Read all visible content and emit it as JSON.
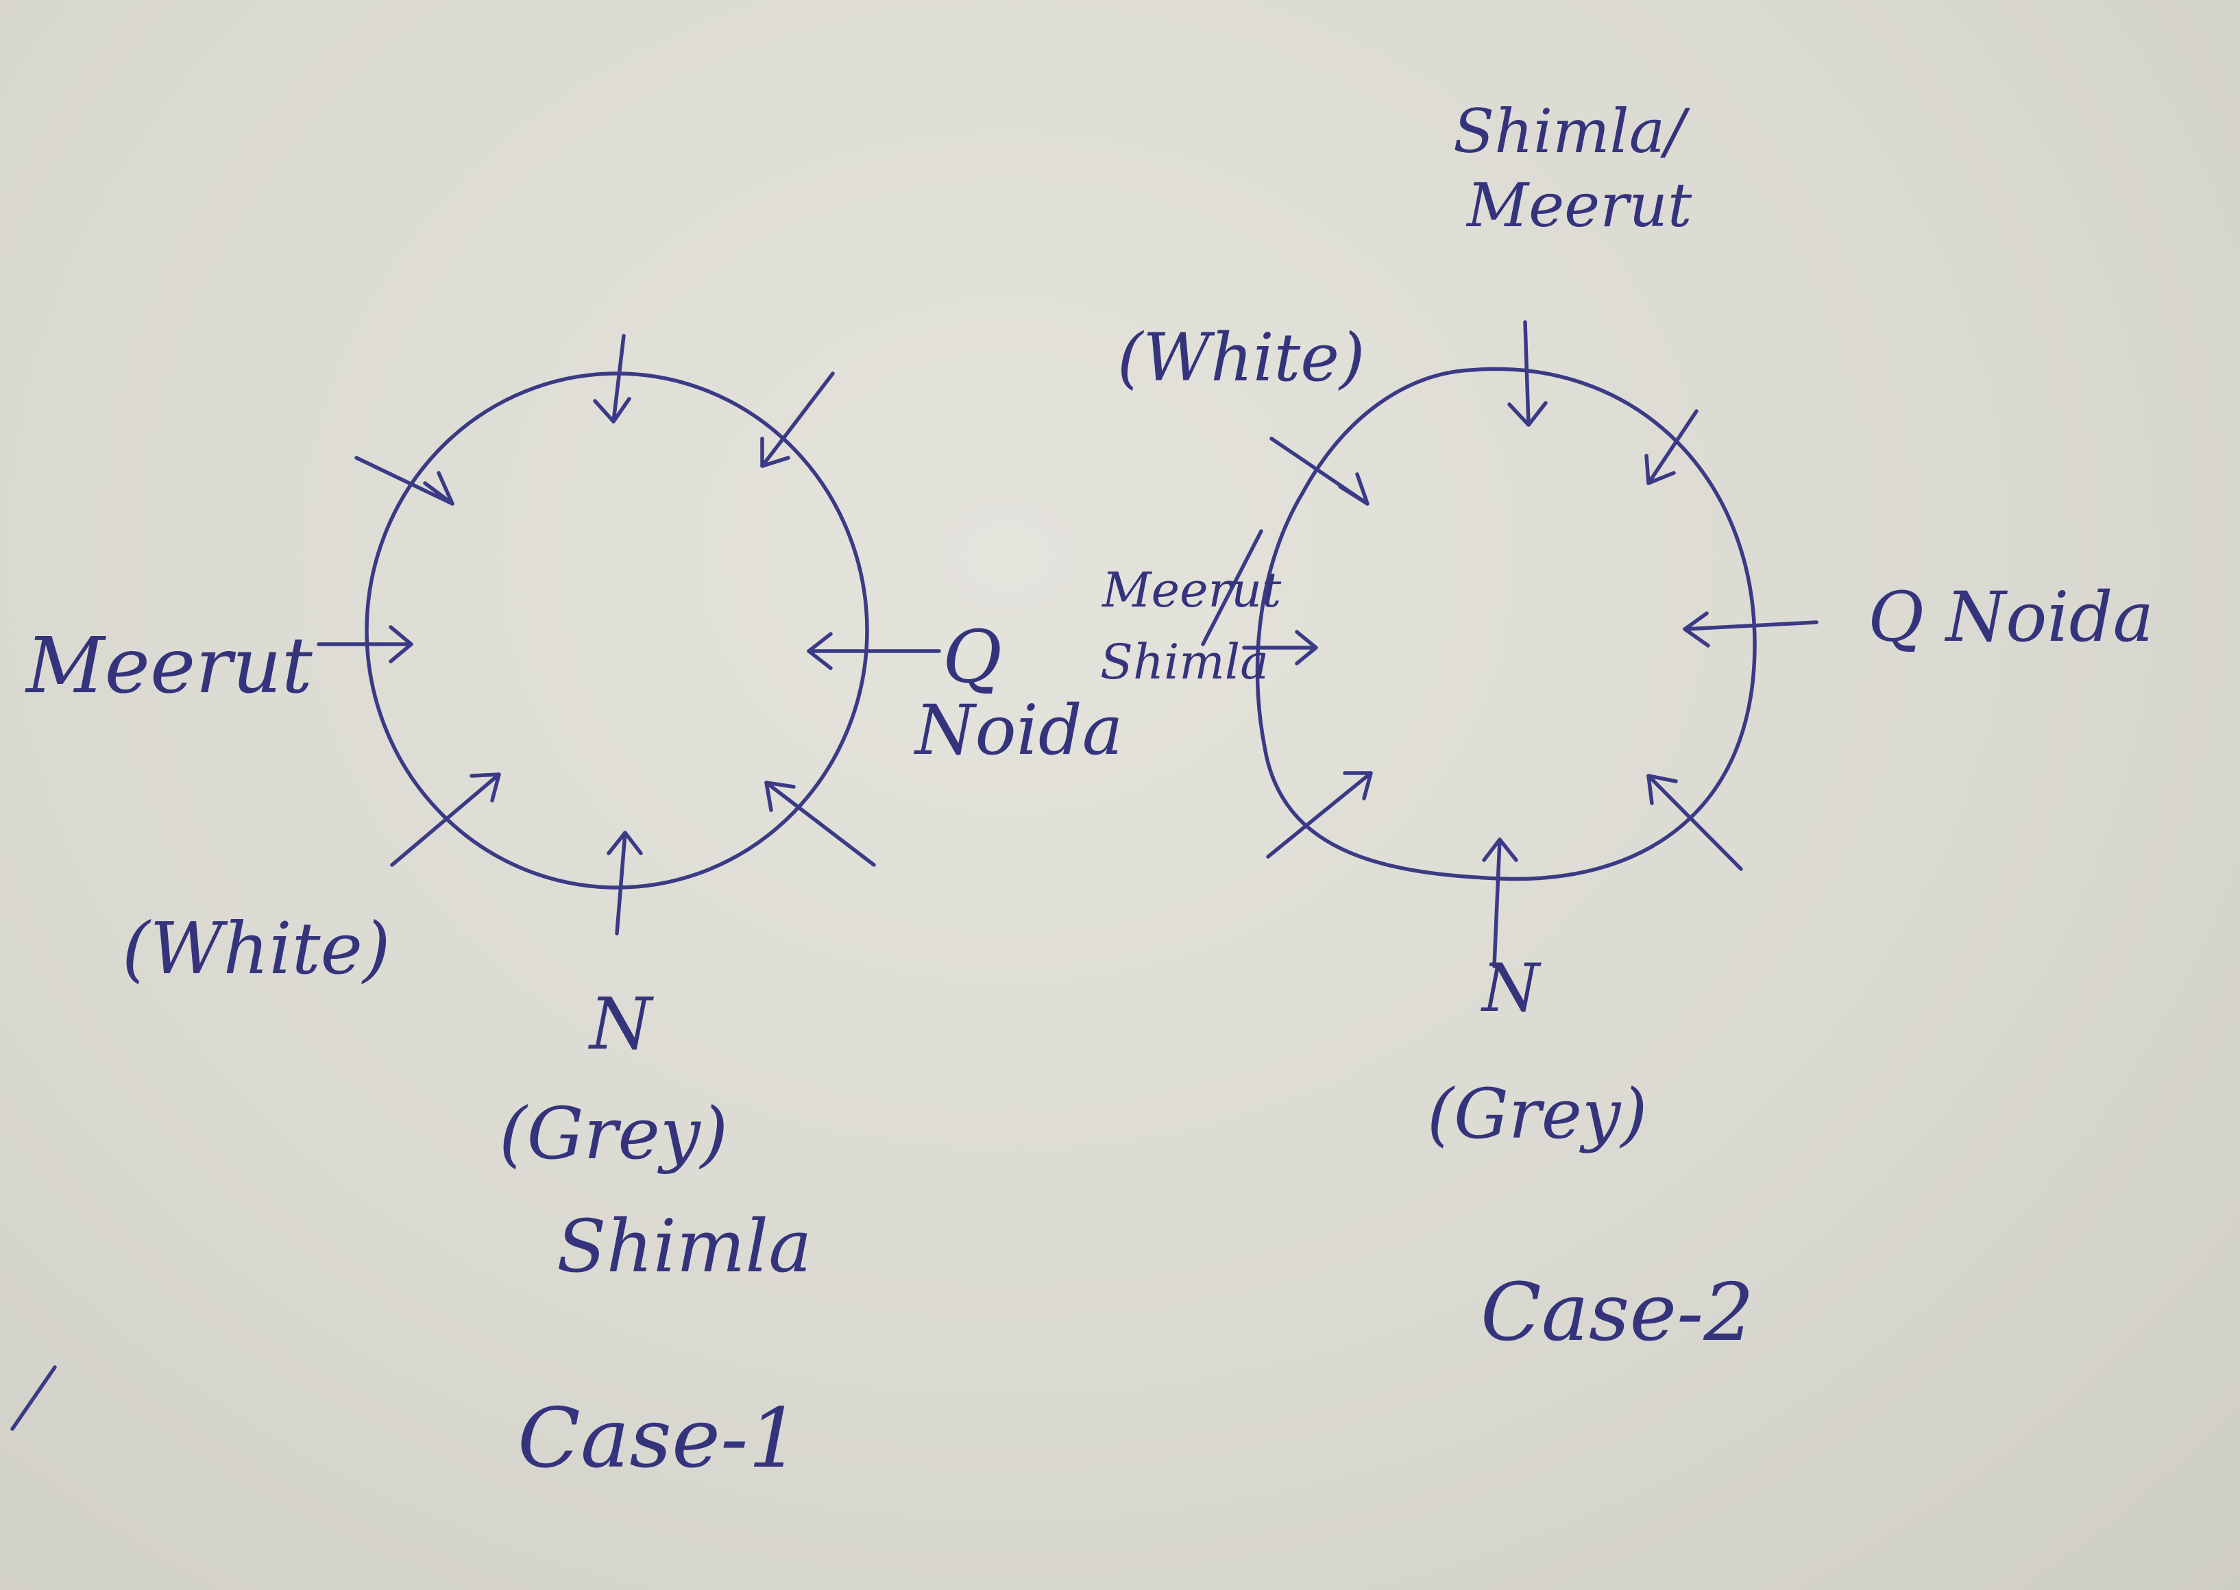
{
  "ink_color": "#3b3a86",
  "paper_color": "#dcdbd4",
  "case1": {
    "label": "Case-1",
    "left_name": "Meerut",
    "right_letter": "Q",
    "right_name": "Noida",
    "bottom_letter": "N",
    "bottom_color": "(Grey)",
    "bottom_name": "Shimla",
    "lower_left_color": "(White)"
  },
  "case2": {
    "label": "Case-2",
    "top_name_1": "Shimla/",
    "top_name_2": "Meerut",
    "upper_left_color": "(White)",
    "left_name_1": "Meerut",
    "left_name_2": "Shimla",
    "right_name": "Q Noida",
    "bottom_letter": "N",
    "bottom_color": "(Grey)"
  }
}
